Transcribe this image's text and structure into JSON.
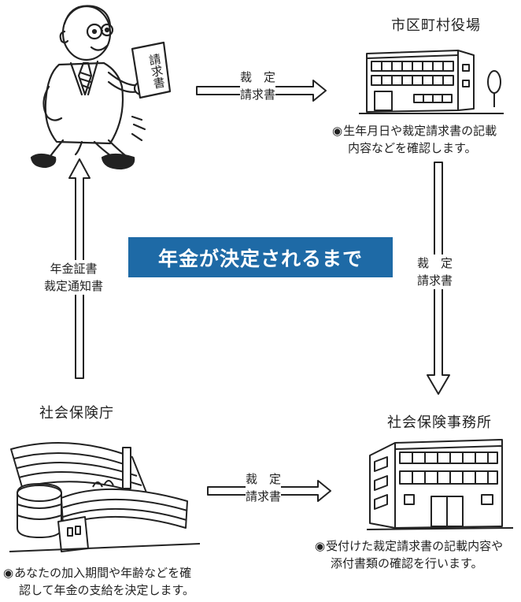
{
  "banner": {
    "title": "年金が決定されるまで"
  },
  "person": {
    "document_text": "請求書"
  },
  "nodes": {
    "municipal_office": {
      "title": "市区町村役場",
      "note_lines": [
        "生年月日や裁定請求書の記載",
        "内容などを確認します。"
      ]
    },
    "pension_office": {
      "title": "社会保険事務所",
      "note_lines": [
        "受付けた裁定請求書の記載内容や",
        "添付書類の確認を行います。"
      ]
    },
    "social_insurance_agency": {
      "title": "社会保険庁",
      "note_lines": [
        "あなたの加入期間や年齢などを確",
        "認して年金の支給を決定します。"
      ]
    }
  },
  "bullet_glyph": "◉",
  "arrows": {
    "person_to_office": {
      "line1": "裁　定",
      "line2": "請求書"
    },
    "office_to_pension": {
      "line1": "裁　定",
      "line2": "請求書"
    },
    "agency_to_pension": {
      "line1": "裁　定",
      "line2": "請求書"
    },
    "agency_to_person": {
      "line1": "年金証書",
      "line2": "裁定通知書"
    }
  }
}
